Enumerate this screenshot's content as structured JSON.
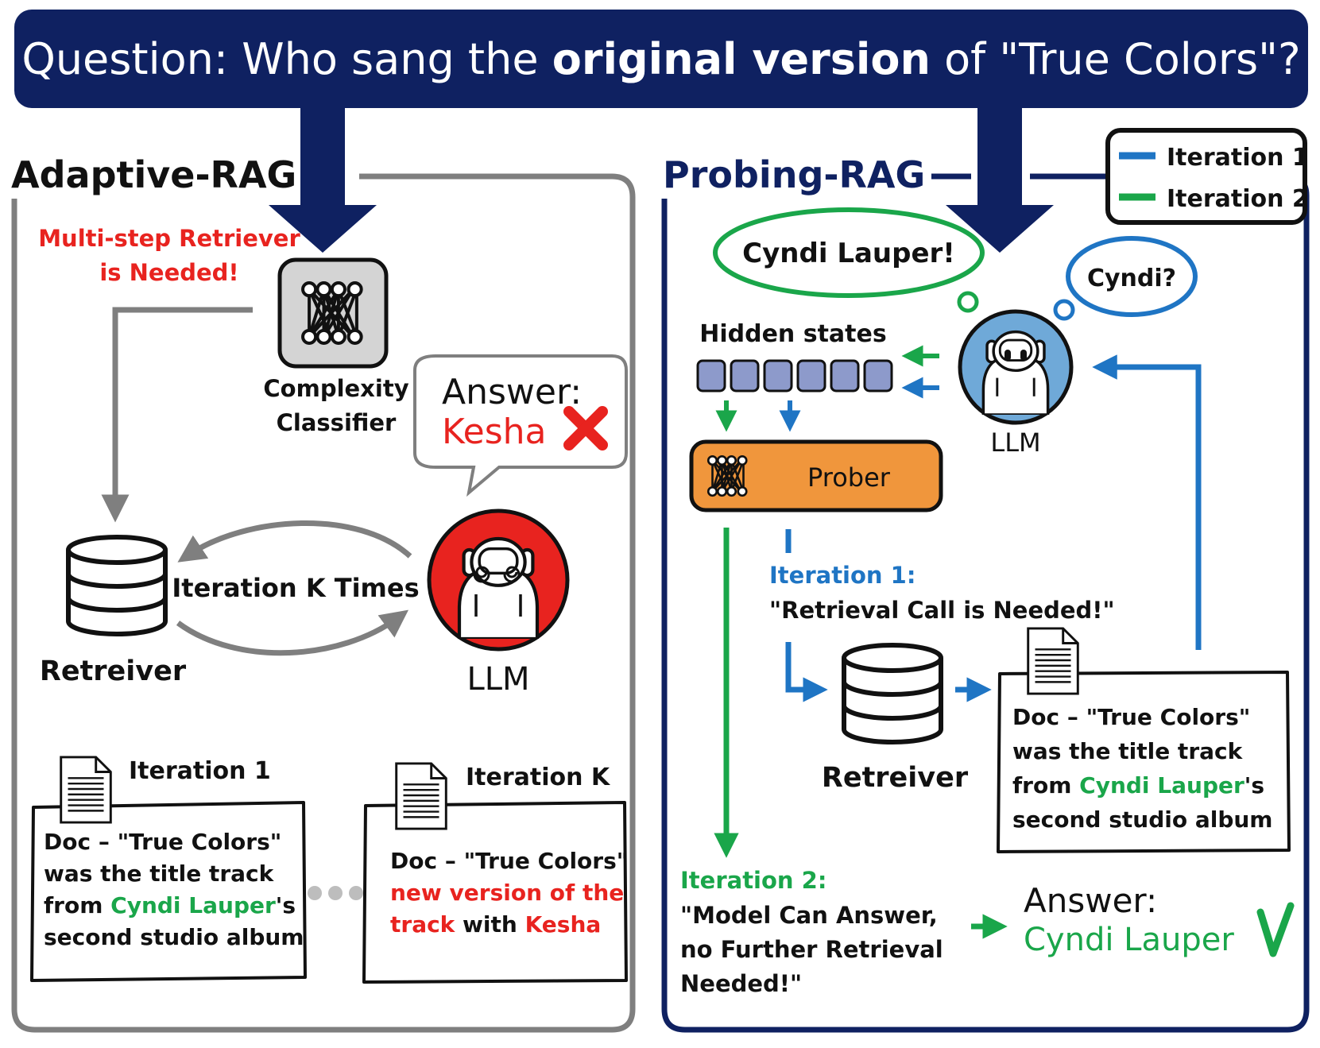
{
  "question": {
    "prefix": "Question: Who sang the ",
    "emphasis": "original version",
    "suffix": " of \"True Colors\"?"
  },
  "left": {
    "title": "Adaptive-RAG",
    "note_line1": "Multi-step Retriever",
    "note_line2": "is Needed!",
    "classifier_line1": "Complexity",
    "classifier_line2": "Classifier",
    "answer_label": "Answer:",
    "answer_value": "Kesha",
    "loop_label": "Iteration K Times",
    "retriever_label": "Retreiver",
    "llm_label": "LLM",
    "doc1": {
      "title": "Iteration 1",
      "line1": "Doc – \"True Colors\"",
      "line2": "was the title track",
      "line3_pre": "from ",
      "line3_name": "Cyndi Lauper",
      "line3_post": "'s",
      "line4": "second studio album"
    },
    "docK": {
      "title": "Iteration K",
      "line1": "Doc – \"True Colors\"",
      "line2": "new version of the",
      "line3_red": "track",
      "line3_mid": " with ",
      "line3_name": "Kesha"
    }
  },
  "right": {
    "title": "Probing-RAG",
    "legend": [
      {
        "label": "Iteration 1",
        "color": "#1f75c4"
      },
      {
        "label": "Iteration 2",
        "color": "#1aa64a"
      }
    ],
    "bubble_big": "Cyndi Lauper!",
    "bubble_small": "Cyndi?",
    "hidden_states": "Hidden states",
    "prober": "Prober",
    "llm_label": "LLM",
    "iter1_title": "Iteration 1:",
    "iter1_text": "\"Retrieval Call is Needed!\"",
    "retriever_label": "Retreiver",
    "doc": {
      "line1": "Doc – \"True Colors\"",
      "line2": "was the title track",
      "line3_pre": "from ",
      "line3_name": "Cyndi Lauper",
      "line3_post": "'s",
      "line4": "second studio album"
    },
    "iter2_title": "Iteration 2:",
    "iter2_line1": "\"Model Can Answer,",
    "iter2_line2": "no Further Retrieval",
    "iter2_line3": "Needed!\"",
    "answer_label": "Answer:",
    "answer_value": "Cyndi Lauper"
  },
  "colors": {
    "navy": "#0f2161",
    "grey": "#7f7f7f",
    "red": "#e8231f",
    "green": "#1aa64a",
    "blue": "#1f75c4",
    "orange": "#f0963c",
    "hidden_state": "#8d9acb"
  }
}
